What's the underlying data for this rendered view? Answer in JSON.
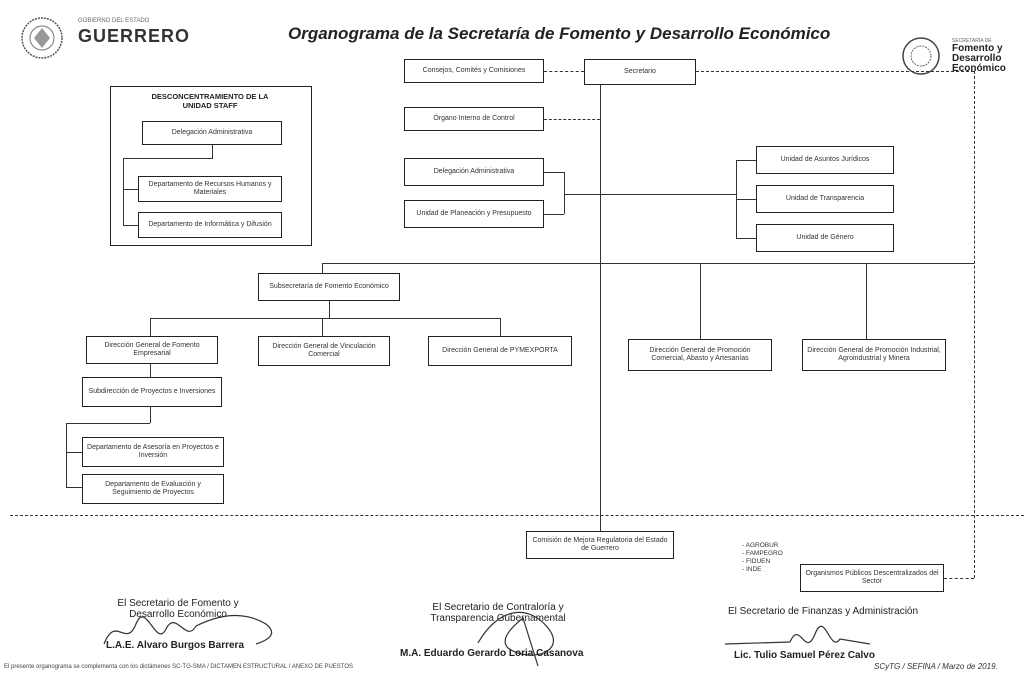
{
  "title": "Organograma de la Secretaría de Fomento y Desarrollo Económico",
  "logo_left": {
    "text": "GUERRERO",
    "sub": "GOBIERNO DEL ESTADO"
  },
  "logo_right": {
    "line1": "Fomento y",
    "line2": "Desarrollo",
    "line3": "Económico",
    "small": "SECRETARÍA DE"
  },
  "staff": {
    "title": "DESCONCENTRAMIENTO DE LA UNIDAD STAFF",
    "items": [
      "Delegación Administrativa",
      "Departamento de Recursos Humanos y Materiales",
      "Departamento de Informática y Difusión"
    ]
  },
  "top": {
    "consejos": "Consejos, Comités y Comisiones",
    "secretario": "Secretario",
    "organo": "Órgano Interno de Control",
    "delegacion": "Delegación Administrativa",
    "planeacion": "Unidad de Planeación y Presupuesto"
  },
  "units_right": [
    "Unidad de Asuntos Jurídicos",
    "Unidad de Transparencia",
    "Unidad de Género"
  ],
  "subsecretaria": "Subsecretaría de Fomento Económico",
  "direcciones": [
    "Dirección General de Fomento Empresarial",
    "Dirección General de Vinculación Comercial",
    "Dirección General de PYMEXPORTA",
    "Dirección General de Promoción Comercial, Abasto y Artesanías",
    "Dirección General de Promoción Industrial, Agroindustrial y Minera"
  ],
  "subdireccion": "Subdirección de Proyectos e Inversiones",
  "departamentos": [
    "Departamento de Asesoría en Proyectos e Inversión",
    "Departamento de Evaluación y Seguimiento de Proyectos"
  ],
  "comision": "Comisión de Mejora Regulatoria del Estado de Guerrero",
  "organismos_list": [
    "- AGROBUR",
    "- FAMPEGRO",
    "- FIDUEN",
    "- INDE"
  ],
  "organismos": "Organismos Públicos Descentralizados del Sector",
  "signatures": [
    {
      "role": "El Secretario de Fomento y Desarrollo Económico",
      "name": "L.A.E. Alvaro Burgos Barrera"
    },
    {
      "role": "El Secretario de Contraloría y Transparencia Gubernamental",
      "name": "M.A. Eduardo Gerardo Loria Casanova"
    },
    {
      "role": "El Secretario de Finanzas y Administración",
      "name": "Lic. Tulio Samuel Pérez Calvo"
    }
  ],
  "footer_left": "El presente organograma se complementa con los dictámenes SC-TG-SMA / DICTAMEN ESTRUCTURAL / ANEXO DE PUESTOS",
  "footer_right": "SCyTG / SEFINA / Marzo de 2019."
}
